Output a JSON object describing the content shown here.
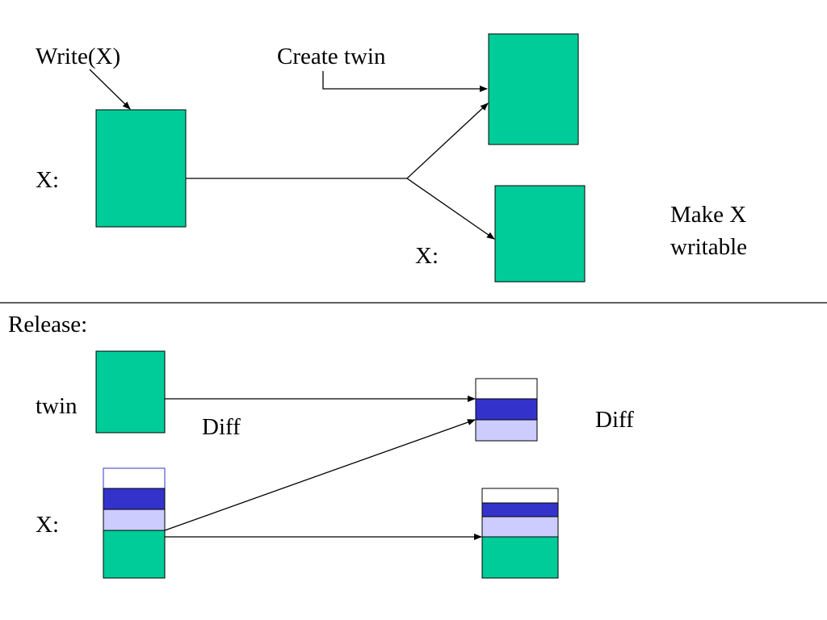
{
  "colors": {
    "green": "#00cc99",
    "dark_blue": "#3333cc",
    "light_blue": "#ccccff",
    "white": "#ffffff",
    "line": "#000000"
  },
  "top": {
    "write_label": "Write(X)",
    "x_label_left": "X:",
    "create_twin_label": "Create twin",
    "x_label_right": "X:",
    "make_writable_line1": "Make X",
    "make_writable_line2": "writable"
  },
  "bottom": {
    "release_label": "Release:",
    "twin_label": "twin",
    "x_label": "X:",
    "diff_label_middle": "Diff",
    "diff_label_right": "Diff"
  }
}
